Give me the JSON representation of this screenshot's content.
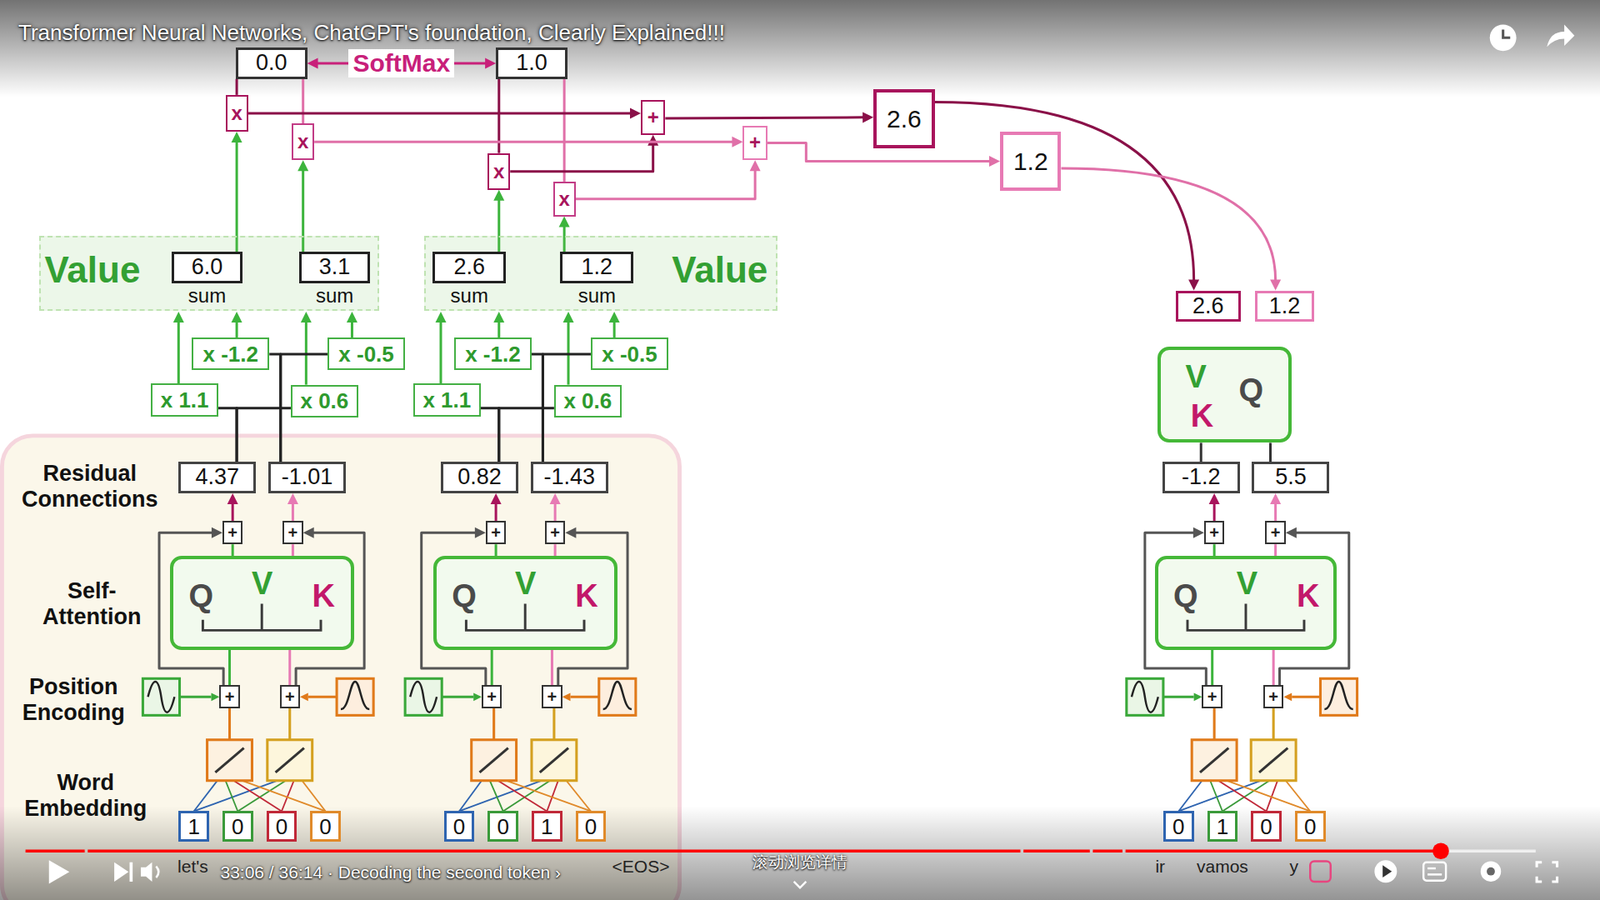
{
  "diagram": {
    "title": "Transformer Neural Networks, ChatGPT's foundation, Clearly Explained!!!",
    "nodes": [
      {
        "text": [
          "0.0"
        ]
      },
      {
        "text": [
          "1.0"
        ]
      },
      {
        "text": [
          "x"
        ]
      },
      {
        "text": [
          "x"
        ]
      },
      {
        "text": [
          "x"
        ]
      },
      {
        "text": [
          "x"
        ]
      },
      {
        "text": [
          "+"
        ]
      },
      {
        "text": [
          "+"
        ]
      },
      {
        "text": [
          "2.6"
        ]
      },
      {
        "text": [
          "1.2"
        ]
      },
      {
        "text": [
          "Value"
        ]
      },
      {
        "text": [
          "6.0",
          "sum"
        ],
        "in": 10
      },
      {
        "text": [
          "3.1",
          "sum"
        ],
        "in": 10
      },
      {
        "text": [
          "Value"
        ]
      },
      {
        "text": [
          "2.6",
          "sum"
        ],
        "in": 13
      },
      {
        "text": [
          "1.2",
          "sum"
        ],
        "in": 13
      },
      {
        "text": [
          "x -1.2"
        ]
      },
      {
        "text": [
          "x -0.5"
        ]
      },
      {
        "text": [
          "x 1.1"
        ]
      },
      {
        "text": [
          "x 0.6"
        ]
      },
      {
        "text": [
          "x -1.2"
        ]
      },
      {
        "text": [
          "x -0.5"
        ]
      },
      {
        "text": [
          "x 1.1"
        ]
      },
      {
        "text": [
          "x 0.6"
        ]
      },
      {
        "text": [
          "4.37"
        ]
      },
      {
        "text": [
          "-1.01"
        ]
      },
      {
        "text": [
          "0.82"
        ]
      },
      {
        "text": [
          "-1.43"
        ]
      },
      {
        "text": [
          "+"
        ]
      },
      {
        "text": [
          "+"
        ]
      },
      {
        "text": [
          "+"
        ]
      },
      {
        "text": [
          "+"
        ]
      },
      {
        "text": [
          "Q",
          "V",
          "K"
        ]
      },
      {
        "text": [
          "Q",
          "V",
          "K"
        ]
      },
      {
        "text": [
          "+"
        ]
      },
      {
        "text": [
          "+"
        ]
      },
      {
        "text": [
          "+"
        ]
      },
      {
        "text": [
          "+"
        ]
      },
      {
        "text": [
          "1"
        ]
      },
      {
        "text": [
          "0"
        ]
      },
      {
        "text": [
          "0"
        ]
      },
      {
        "text": [
          "0"
        ]
      },
      {
        "text": [
          "0"
        ]
      },
      {
        "text": [
          "0"
        ]
      },
      {
        "text": [
          "1"
        ]
      },
      {
        "text": [
          "0"
        ]
      },
      {
        "text": [
          "0"
        ]
      },
      {
        "text": [
          "1"
        ]
      },
      {
        "text": [
          "0"
        ]
      },
      {
        "text": [
          "0"
        ]
      },
      {
        "text": [
          "2.6"
        ]
      },
      {
        "text": [
          "1.2"
        ]
      },
      {
        "text": [
          "V",
          "K",
          "Q"
        ]
      },
      {
        "text": [
          "-1.2"
        ]
      },
      {
        "text": [
          "5.5"
        ]
      },
      {
        "text": [
          "+"
        ]
      },
      {
        "text": [
          "+"
        ]
      },
      {
        "text": [
          "Q",
          "V",
          "K"
        ]
      },
      {
        "text": [
          "+"
        ]
      },
      {
        "text": [
          "+"
        ]
      }
    ],
    "edges": [
      {
        "from": 0,
        "to": 1,
        "label": "SoftMax",
        "arrow": "both"
      },
      {
        "from": 0,
        "to": 2,
        "arrow": "none"
      },
      {
        "from": 0,
        "to": 3,
        "arrow": "none"
      },
      {
        "from": 1,
        "to": 4,
        "arrow": "none"
      },
      {
        "from": 1,
        "to": 5,
        "arrow": "none"
      },
      {
        "from": 11,
        "to": 2,
        "arrow": "to"
      },
      {
        "from": 12,
        "to": 3,
        "arrow": "to"
      },
      {
        "from": 14,
        "to": 4,
        "arrow": "to"
      },
      {
        "from": 15,
        "to": 5,
        "arrow": "to"
      },
      {
        "from": 2,
        "to": 6,
        "arrow": "to"
      },
      {
        "from": 4,
        "to": 6,
        "arrow": "to"
      },
      {
        "from": 3,
        "to": 7,
        "arrow": "to"
      },
      {
        "from": 5,
        "to": 7,
        "arrow": "to"
      },
      {
        "from": 6,
        "to": 8,
        "arrow": "to"
      },
      {
        "from": 7,
        "to": 9,
        "arrow": "to"
      },
      {
        "from": 8,
        "to": 50,
        "arrow": "to"
      },
      {
        "from": 9,
        "to": 51,
        "arrow": "to"
      },
      {
        "from": 18,
        "to": 11,
        "arrow": "to"
      },
      {
        "from": 16,
        "to": 11,
        "arrow": "to"
      },
      {
        "from": 19,
        "to": 12,
        "arrow": "to"
      },
      {
        "from": 17,
        "to": 12,
        "arrow": "to"
      },
      {
        "from": 22,
        "to": 14,
        "arrow": "to"
      },
      {
        "from": 20,
        "to": 14,
        "arrow": "to"
      },
      {
        "from": 23,
        "to": 15,
        "arrow": "to"
      },
      {
        "from": 21,
        "to": 15,
        "arrow": "to"
      },
      {
        "from": 24,
        "to": 18,
        "arrow": "none"
      },
      {
        "from": 24,
        "to": 19,
        "arrow": "none"
      },
      {
        "from": 25,
        "to": 16,
        "arrow": "none"
      },
      {
        "from": 25,
        "to": 17,
        "arrow": "none"
      },
      {
        "from": 26,
        "to": 22,
        "arrow": "none"
      },
      {
        "from": 26,
        "to": 23,
        "arrow": "none"
      },
      {
        "from": 27,
        "to": 20,
        "arrow": "none"
      },
      {
        "from": 27,
        "to": 21,
        "arrow": "none"
      },
      {
        "from": 28,
        "to": 24,
        "arrow": "to"
      },
      {
        "from": 29,
        "to": 25,
        "arrow": "to"
      },
      {
        "from": 30,
        "to": 26,
        "arrow": "to"
      },
      {
        "from": 31,
        "to": 27,
        "arrow": "to"
      },
      {
        "from": 55,
        "to": 53,
        "arrow": "to"
      },
      {
        "from": 56,
        "to": 54,
        "arrow": "to"
      },
      {
        "from": 32,
        "to": 28,
        "arrow": "none"
      },
      {
        "from": 32,
        "to": 29,
        "arrow": "none"
      },
      {
        "from": 33,
        "to": 30,
        "arrow": "none"
      },
      {
        "from": 33,
        "to": 31,
        "arrow": "none"
      },
      {
        "from": 57,
        "to": 55,
        "arrow": "none"
      },
      {
        "from": 57,
        "to": 56,
        "arrow": "none"
      },
      {
        "from": 34,
        "to": 32,
        "arrow": "none"
      },
      {
        "from": 35,
        "to": 32,
        "arrow": "none"
      },
      {
        "from": 36,
        "to": 33,
        "arrow": "none"
      },
      {
        "from": 37,
        "to": 33,
        "arrow": "none"
      },
      {
        "from": 58,
        "to": 57,
        "arrow": "none"
      },
      {
        "from": 59,
        "to": 57,
        "arrow": "none"
      },
      {
        "from": 34,
        "to": 28,
        "arrow": "to"
      },
      {
        "from": 35,
        "to": 29,
        "arrow": "to"
      },
      {
        "from": 36,
        "to": 30,
        "arrow": "to"
      },
      {
        "from": 37,
        "to": 31,
        "arrow": "to"
      },
      {
        "from": 58,
        "to": 55,
        "arrow": "to"
      },
      {
        "from": 59,
        "to": 56,
        "arrow": "to"
      },
      {
        "from": 53,
        "to": 52,
        "arrow": "none"
      },
      {
        "from": 54,
        "to": 52,
        "arrow": "none"
      }
    ],
    "labels": [
      "Residual Connections",
      "Self- Attention",
      "Position Encoding",
      "Word Embedding",
      "let's",
      "<EOS>",
      "ir",
      "vamos",
      "y",
      "33:06 / 36:14 · Decoding the second token ›",
      "滚动浏览详情"
    ]
  }
}
